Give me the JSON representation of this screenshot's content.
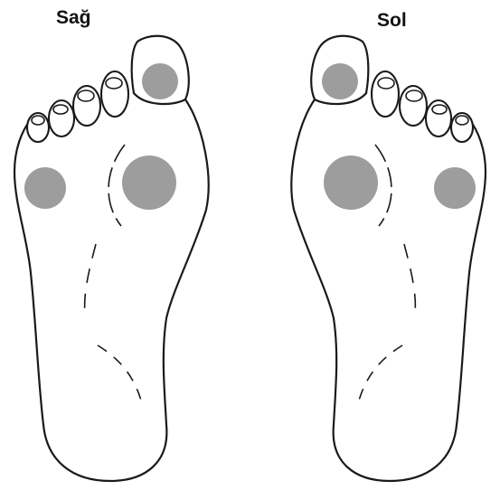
{
  "labels": {
    "right_foot": "Sağ",
    "left_foot": "Sol"
  },
  "colors": {
    "outline": "#1a1a1a",
    "spot": "#9d9d9d",
    "background": "#ffffff"
  },
  "spots": {
    "right_foot": [
      "big-toe-tip",
      "first-metatarsal-head",
      "fifth-metatarsal-head"
    ],
    "left_foot": [
      "big-toe-tip",
      "first-metatarsal-head",
      "fifth-metatarsal-head"
    ]
  }
}
